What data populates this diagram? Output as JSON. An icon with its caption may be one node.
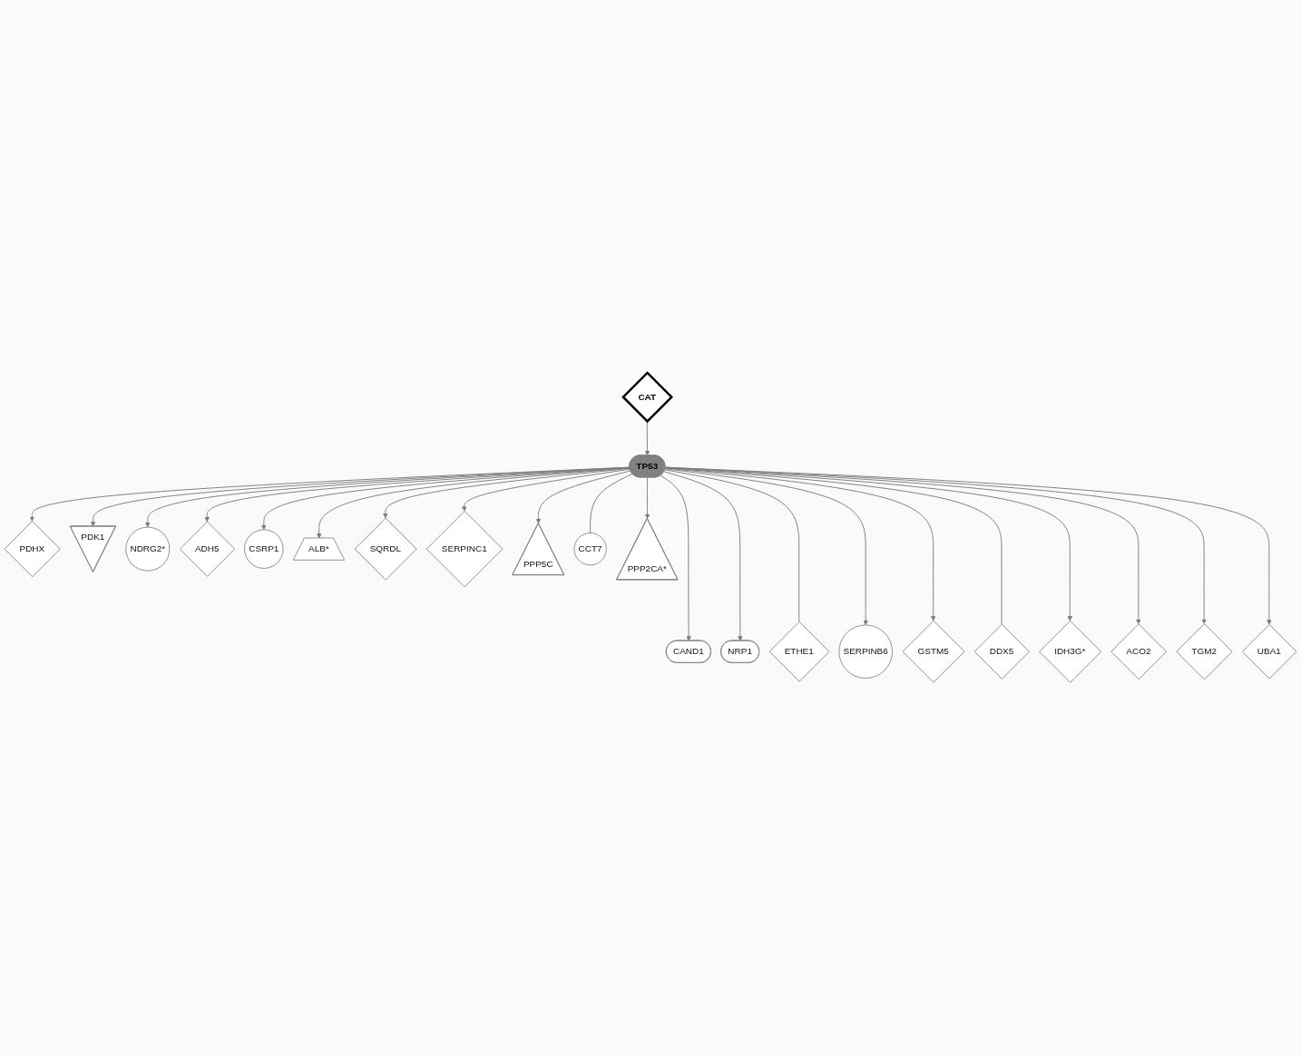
{
  "diagram": {
    "nodes": [
      {
        "text": [
          "PDHX"
        ]
      },
      {
        "text": [
          "CAND1"
        ]
      },
      {
        "text": [
          "PDK1"
        ]
      },
      {
        "text": [
          "NRP1"
        ]
      },
      {
        "text": [
          "NDRG2*"
        ]
      },
      {
        "text": [
          "ETHE1"
        ]
      },
      {
        "text": [
          "ADH5"
        ]
      },
      {
        "text": [
          "SERPINB6"
        ]
      },
      {
        "text": [
          "CSRP1"
        ]
      },
      {
        "text": [
          "GSTM5"
        ]
      },
      {
        "text": [
          "ALB*"
        ]
      },
      {
        "text": [
          "TP53"
        ]
      },
      {
        "text": [
          "DDX5"
        ]
      },
      {
        "text": [
          "SQRDL"
        ]
      },
      {
        "text": [
          "IDH3G*"
        ]
      },
      {
        "text": [
          "SERPINC1"
        ]
      },
      {
        "text": [
          "ACO2"
        ]
      },
      {
        "text": [
          "PPP5C"
        ]
      },
      {
        "text": [
          "TGM2"
        ]
      },
      {
        "text": [
          "CCT7"
        ]
      },
      {
        "text": [
          "CAT"
        ]
      },
      {
        "text": [
          "UBA1"
        ]
      },
      {
        "text": [
          "PPP2CA*"
        ]
      }
    ],
    "edges": [
      {
        "from": 20,
        "to": 11,
        "arrow": "to"
      },
      {
        "from": 11,
        "to": 0,
        "arrow": "to"
      },
      {
        "from": 11,
        "to": 1,
        "arrow": "to"
      },
      {
        "from": 11,
        "to": 2,
        "arrow": "to"
      },
      {
        "from": 11,
        "to": 3,
        "arrow": "to"
      },
      {
        "from": 11,
        "to": 4,
        "arrow": "to"
      },
      {
        "from": 11,
        "to": 5,
        "arrow": "none"
      },
      {
        "from": 11,
        "to": 6,
        "arrow": "to"
      },
      {
        "from": 11,
        "to": 7,
        "arrow": "to"
      },
      {
        "from": 11,
        "to": 8,
        "arrow": "to"
      },
      {
        "from": 11,
        "to": 9,
        "arrow": "to"
      },
      {
        "from": 11,
        "to": 10,
        "arrow": "to"
      },
      {
        "from": 11,
        "to": 12,
        "arrow": "none"
      },
      {
        "from": 11,
        "to": 13,
        "arrow": "to"
      },
      {
        "from": 11,
        "to": 14,
        "arrow": "to"
      },
      {
        "from": 11,
        "to": 15,
        "arrow": "to"
      },
      {
        "from": 11,
        "to": 16,
        "arrow": "to"
      },
      {
        "from": 11,
        "to": 17,
        "arrow": "to"
      },
      {
        "from": 11,
        "to": 18,
        "arrow": "to"
      },
      {
        "from": 11,
        "to": 19,
        "arrow": "none"
      },
      {
        "from": 11,
        "to": 21,
        "arrow": "to"
      },
      {
        "from": 11,
        "to": 22,
        "arrow": "to"
      }
    ]
  }
}
